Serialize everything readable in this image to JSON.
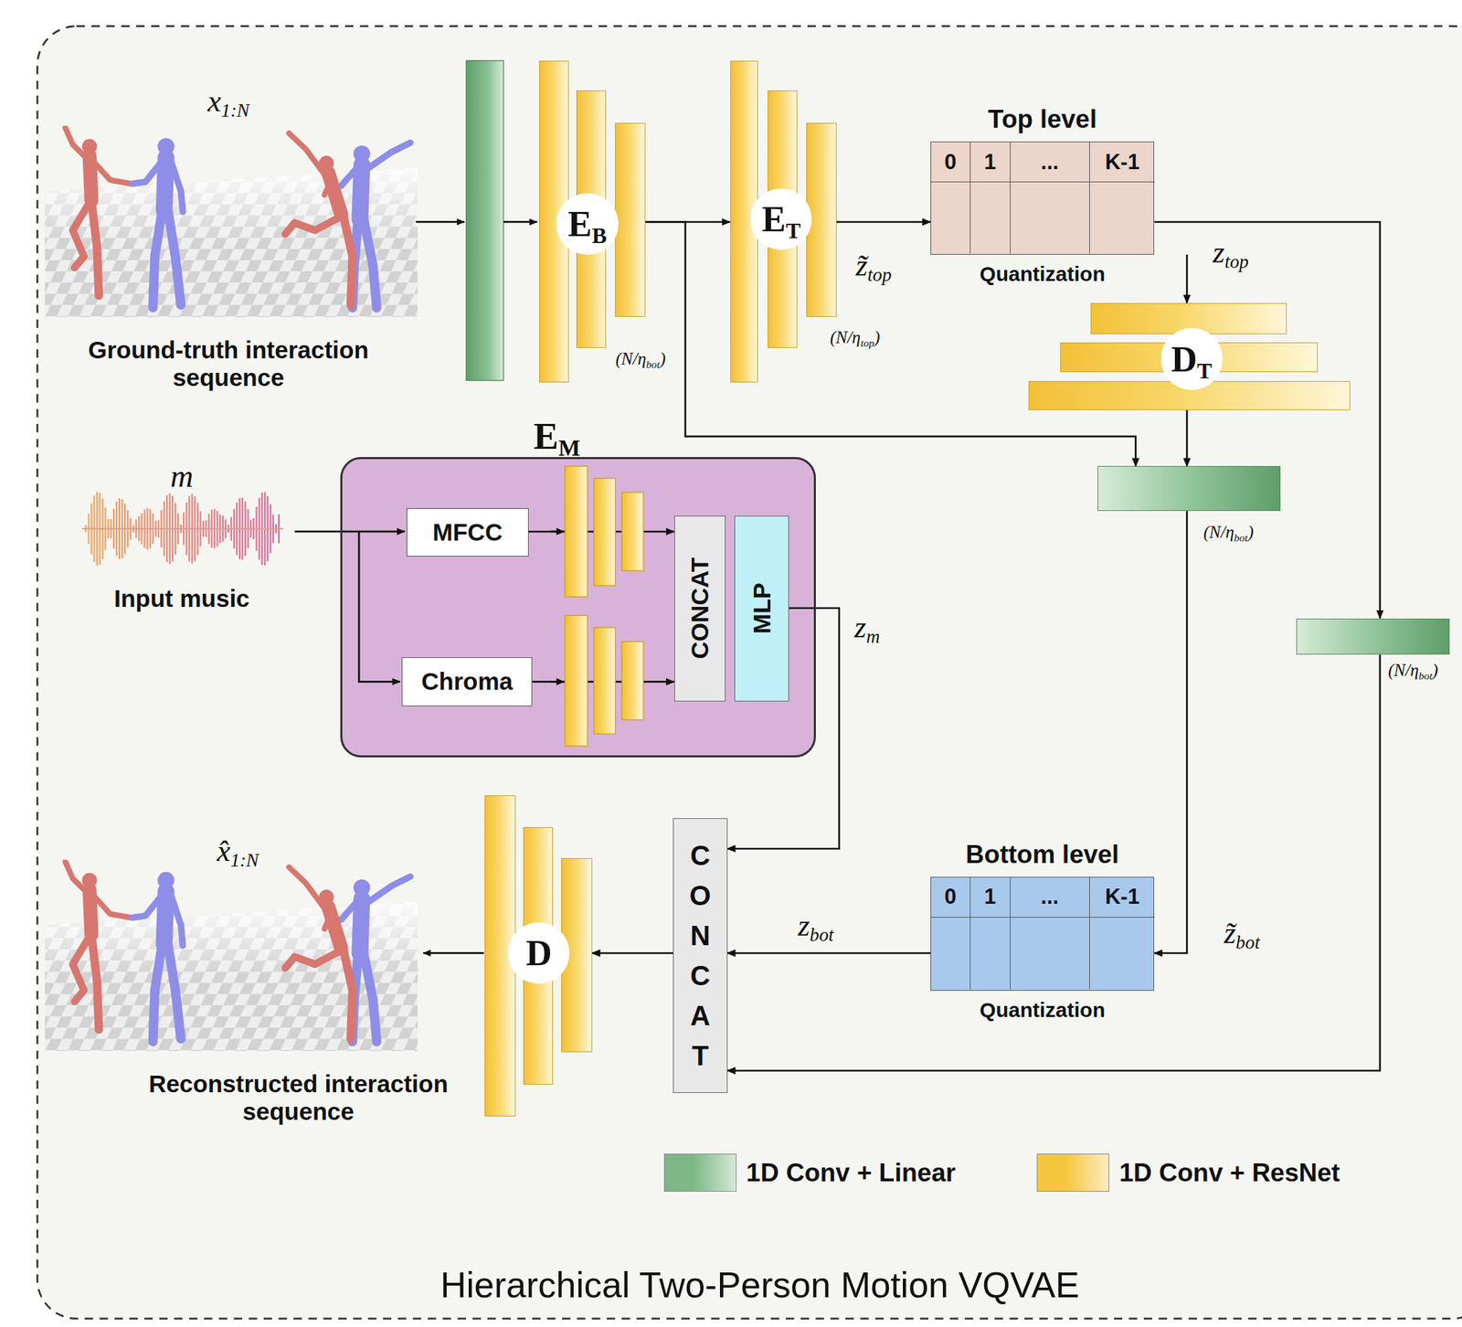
{
  "diagram": {
    "title": "Hierarchical Two-Person Motion VQVAE",
    "nodes": [
      {
        "text": [
          "EB"
        ]
      },
      {
        "text": [
          "ET"
        ]
      },
      {
        "text": [
          "Top level",
          "0",
          "1",
          "...",
          "K-1",
          "Quantization"
        ]
      },
      {
        "text": [
          "DT"
        ]
      },
      {
        "text": [
          "(N/ηbot)"
        ]
      },
      {
        "text": [
          "(N/ηbot)"
        ]
      },
      {
        "text": [
          "EM"
        ]
      },
      {
        "text": [
          "MFCC"
        ],
        "in": 6
      },
      {
        "text": [
          "Chroma"
        ],
        "in": 6
      },
      {
        "text": [
          "CONCAT"
        ],
        "in": 6
      },
      {
        "text": [
          "MLP"
        ],
        "in": 6
      },
      {
        "text": [
          "Bottom level",
          "0",
          "1",
          "...",
          "K-1",
          "Quantization"
        ]
      },
      {
        "text": [
          "CONCAT"
        ]
      },
      {
        "text": [
          "D"
        ]
      }
    ],
    "edges": [
      {
        "from": 0,
        "to": 1,
        "arrow": "to"
      },
      {
        "from": 1,
        "to": 2,
        "arrow": "to",
        "label": "z̃top"
      },
      {
        "from": 2,
        "to": 3,
        "arrow": "to",
        "label": "ztop"
      },
      {
        "from": 2,
        "to": 5,
        "arrow": "to"
      },
      {
        "from": 0,
        "to": 4,
        "arrow": "to"
      },
      {
        "from": 3,
        "to": 4,
        "arrow": "to"
      },
      {
        "from": 4,
        "to": 11,
        "arrow": "to",
        "label": "z̃bot"
      },
      {
        "from": 11,
        "to": 12,
        "arrow": "to",
        "label": "zbot"
      },
      {
        "from": 5,
        "to": 12,
        "arrow": "to"
      },
      {
        "from": 10,
        "to": 12,
        "arrow": "to",
        "label": "zm"
      },
      {
        "from": 12,
        "to": 13,
        "arrow": "to"
      },
      {
        "from": 7,
        "to": 9,
        "arrow": "to"
      },
      {
        "from": 8,
        "to": 9,
        "arrow": "to"
      }
    ],
    "labels": [
      "x1:N",
      "Ground-truth interaction sequence",
      "(N/ηbot)",
      "(N/ηtop)",
      "m",
      "Input music",
      "x̂1:N",
      "Reconstructed interaction sequence"
    ],
    "legend": [
      {
        "text": "1D Conv + Linear",
        "color": "#7db886"
      },
      {
        "text": "1D Conv + ResNet",
        "color": "#f5c640"
      }
    ]
  }
}
